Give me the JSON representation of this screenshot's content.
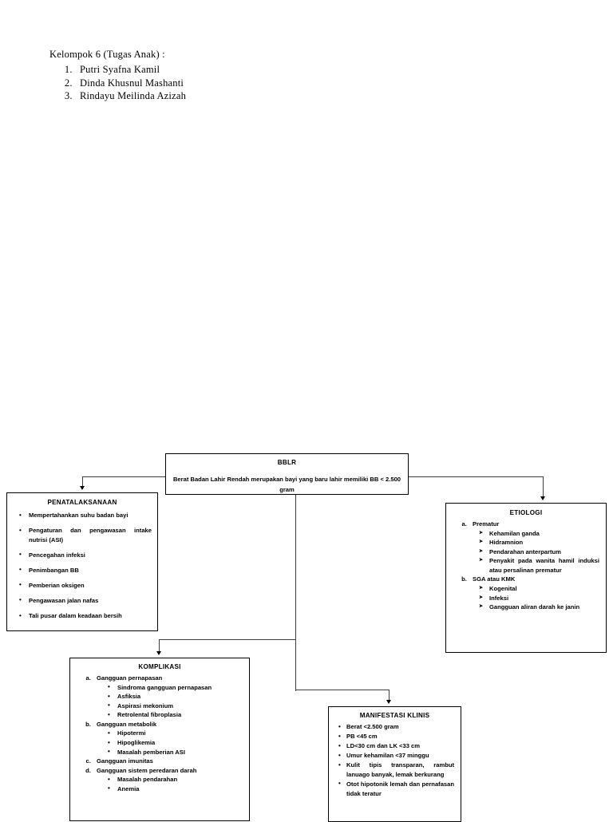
{
  "header": {
    "title": "Kelompok 6 (Tugas Anak) :",
    "members": [
      "Putri Syafna Kamil",
      "Dinda Khusnul Mashanti",
      "Rindayu Meilinda Azizah"
    ]
  },
  "flowchart": {
    "root": {
      "title": "BBLR",
      "body": "Berat Badan Lahir Rendah merupakan bayi yang baru lahir memiliki BB < 2.500 gram"
    },
    "penatalaksanaan": {
      "title": "PENATALAKSANAAN",
      "items": [
        "Mempertahankan suhu badan bayi",
        "Pengaturan dan pengawasan intake nutrisi (ASI)",
        "Pencegahan infeksi",
        "Penimbangan BB",
        "Pemberian oksigen",
        "Pengawasan jalan nafas",
        "Tali pusar dalam keadaan bersih"
      ]
    },
    "etiologi": {
      "title": "ETIOLOGI",
      "groups": [
        {
          "label": "Prematur",
          "items": [
            "Kehamilan ganda",
            "Hidramnion",
            "Pendarahan anterpartum",
            "Penyakit pada wanita hamil induksi atau persalinan prematur"
          ]
        },
        {
          "label": "SGA atau KMK",
          "items": [
            "Kogenital",
            "Infeksi",
            "Gangguan aliran darah ke janin"
          ]
        }
      ]
    },
    "komplikasi": {
      "title": "KOMPLIKASI",
      "groups": [
        {
          "label": "Gangguan pernapasan",
          "items": [
            "Sindroma gangguan pernapasan",
            "Asfiksia",
            "Aspirasi mekonium",
            "Retrolental fibroplasia"
          ]
        },
        {
          "label": "Gangguan metabolik",
          "items": [
            "Hipotermi",
            "Hipoglikemia",
            "Masalah pemberian ASI"
          ]
        },
        {
          "label": "Gangguan imunitas",
          "items": []
        },
        {
          "label": "Gangguan sistem peredaran darah",
          "items": [
            "Masalah pendarahan",
            "Anemia"
          ]
        }
      ]
    },
    "manifestasi": {
      "title": "MANIFESTASI KLINIS",
      "items": [
        "Berat <2.500 gram",
        "PB <45 cm",
        "LD<30 cm dan LK <33 cm",
        "Umur kehamilan <37 minggu",
        "Kulit tipis transparan, rambut lanuago banyak, lemak berkurang",
        "Otot hipotonik lemah dan pernafasan tidak teratur"
      ]
    }
  }
}
